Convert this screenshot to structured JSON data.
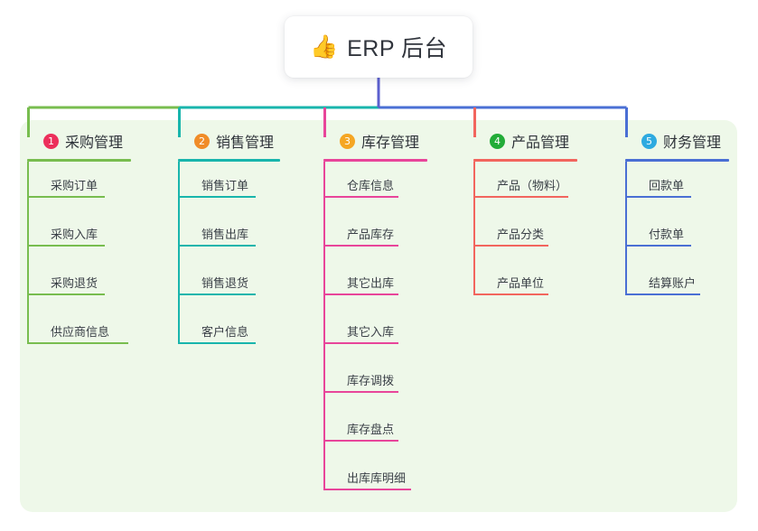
{
  "diagram": {
    "type": "mind-map",
    "background_color": "#eef8e9",
    "root": {
      "icon": "thumbs-up-icon",
      "emoji": "👍",
      "title": "ERP 后台"
    },
    "connector_colors": {
      "stem": "#5b5fcf",
      "segment_1": "#78bd4f",
      "segment_2": "#18b5ac",
      "segment_3": "#e8459a",
      "segment_4": "#f2655e",
      "segment_5": "#4a6fd4"
    },
    "columns": [
      {
        "index": "1",
        "title": "采购管理",
        "badge_color": "#ec2f5b",
        "line_color": "#78bd4f",
        "rule_width": 115,
        "items": [
          {
            "label": "采购订单",
            "rule_width": 86
          },
          {
            "label": "采购入库",
            "rule_width": 86
          },
          {
            "label": "采购退货",
            "rule_width": 86
          },
          {
            "label": "供应商信息",
            "rule_width": 112
          }
        ]
      },
      {
        "index": "2",
        "title": "销售管理",
        "badge_color": "#f08c28",
        "line_color": "#18b5ac",
        "rule_width": 113,
        "items": [
          {
            "label": "销售订单",
            "rule_width": 86
          },
          {
            "label": "销售出库",
            "rule_width": 86
          },
          {
            "label": "销售退货",
            "rule_width": 86
          },
          {
            "label": "客户信息",
            "rule_width": 86
          }
        ]
      },
      {
        "index": "3",
        "title": "库存管理",
        "badge_color": "#f5a623",
        "line_color": "#e8459a",
        "rule_width": 115,
        "items": [
          {
            "label": "仓库信息",
            "rule_width": 83
          },
          {
            "label": "产品库存",
            "rule_width": 83
          },
          {
            "label": "其它出库",
            "rule_width": 83
          },
          {
            "label": "其它入库",
            "rule_width": 83
          },
          {
            "label": "库存调拨",
            "rule_width": 83
          },
          {
            "label": "库存盘点",
            "rule_width": 83
          },
          {
            "label": "出库库明细",
            "rule_width": 97
          }
        ]
      },
      {
        "index": "4",
        "title": "产品管理",
        "badge_color": "#22ac38",
        "line_color": "#f2655e",
        "rule_width": 115,
        "items": [
          {
            "label": "产品（物料）",
            "rule_width": 105
          },
          {
            "label": "产品分类",
            "rule_width": 83
          },
          {
            "label": "产品单位",
            "rule_width": 83
          }
        ]
      },
      {
        "index": "5",
        "title": "财务管理",
        "badge_color": "#2eaae0",
        "line_color": "#4a6fd4",
        "rule_width": 115,
        "items": [
          {
            "label": "回款单",
            "rule_width": 73
          },
          {
            "label": "付款单",
            "rule_width": 73
          },
          {
            "label": "结算账户",
            "rule_width": 83
          }
        ]
      }
    ]
  }
}
